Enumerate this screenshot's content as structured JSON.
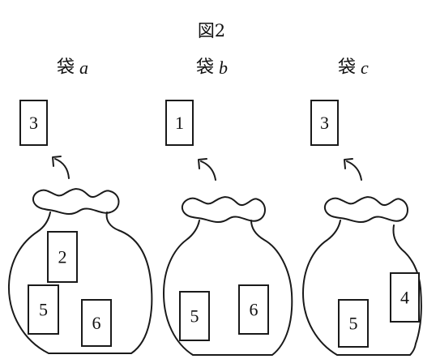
{
  "figure": {
    "title": "図2"
  },
  "bags": [
    {
      "prefix": "袋",
      "letter": "a",
      "drawn": "3",
      "inside": [
        "2",
        "5",
        "6"
      ]
    },
    {
      "prefix": "袋",
      "letter": "b",
      "drawn": "1",
      "inside": [
        "5",
        "6"
      ]
    },
    {
      "prefix": "袋",
      "letter": "c",
      "drawn": "3",
      "inside": [
        "4",
        "5"
      ]
    }
  ]
}
